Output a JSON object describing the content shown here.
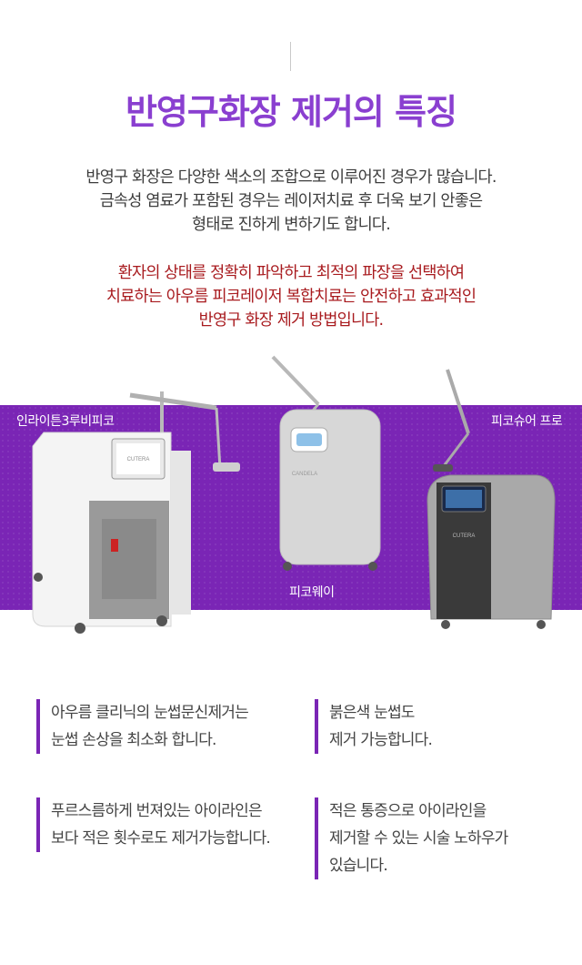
{
  "title": "반영구화장 제거의 특징",
  "intro": [
    "반영구 화장은 다양한 색소의 조합으로 이루어진 경우가 많습니다.",
    "금속성 염료가 포함된 경우는 레이저치료 후 더욱 보기 안좋은",
    "형태로 진하게 변하기도 합니다."
  ],
  "highlight": [
    "환자의 상태를 정확히 파악하고 최적의 파장을 선택하여",
    "치료하는 아우름 피코레이저 복합치료는 안전하고 효과적인",
    "반영구 화장 제거 방법입니다."
  ],
  "devices": {
    "left": "인라이튼3루비피코",
    "middle": "피코웨이",
    "right": "피코슈어 프로",
    "brand_left": "CUTERA",
    "brand_middle": "CANDELA",
    "brand_right": "CUTERA"
  },
  "features": [
    [
      "아우름 클리닉의 눈썹문신제거는",
      "눈썹 손상을 최소화 합니다."
    ],
    [
      "붉은색 눈썹도",
      "제거 가능합니다."
    ],
    [
      "푸르스름하게 번져있는 아이라인은",
      "보다 적은 횟수로도 제거가능합니다."
    ],
    [
      "적은 통증으로 아이라인을",
      "제거할 수 있는 시술 노하우가",
      "있습니다."
    ]
  ],
  "colors": {
    "title": "#8a3fd0",
    "highlight": "#a81a1e",
    "band": "#7a25b5"
  }
}
